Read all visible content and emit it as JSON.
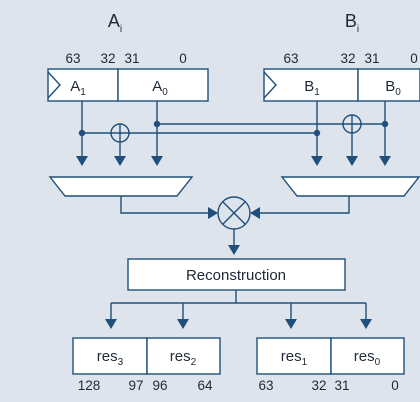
{
  "operand_a": {
    "name": "A",
    "name_sub": "i",
    "high_label": "A",
    "high_sub": "1",
    "low_label": "A",
    "low_sub": "0",
    "bits": [
      "63",
      "32",
      "31",
      "0"
    ]
  },
  "operand_b": {
    "name": "B",
    "name_sub": "i",
    "high_label": "B",
    "high_sub": "1",
    "low_label": "B",
    "low_sub": "0",
    "bits": [
      "63",
      "32",
      "31",
      "0"
    ]
  },
  "reconstruction_label": "Reconstruction",
  "result": {
    "parts": [
      {
        "label": "res",
        "sub": "3"
      },
      {
        "label": "res",
        "sub": "2"
      },
      {
        "label": "res",
        "sub": "1"
      },
      {
        "label": "res",
        "sub": "0"
      }
    ],
    "bits_left": [
      "128",
      "97",
      "96",
      "64"
    ],
    "bits_right": [
      "63",
      "32",
      "31",
      "0"
    ]
  },
  "colors": {
    "line": "#1f4f7a",
    "background": "#dde4ec",
    "box_fill": "#ffffff"
  },
  "icons": {
    "xor": "circle-plus",
    "multiplier": "circle-times",
    "register_clock": "clock-triangle"
  }
}
